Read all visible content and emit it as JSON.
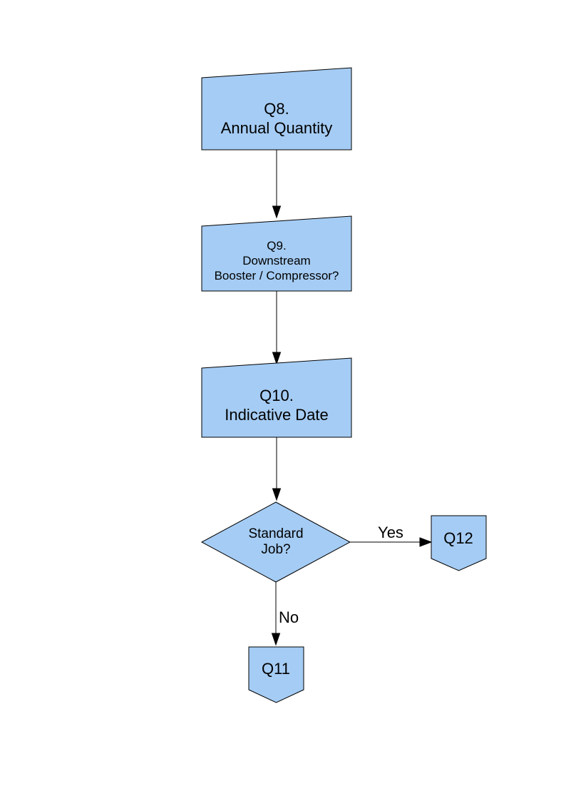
{
  "page": {
    "background_color": "#ffffff"
  },
  "diagram": {
    "type": "flowchart",
    "shape_fill_color": "#a5ccf4",
    "shape_stroke_color": "#000000",
    "text_color": "#000000",
    "nodes": {
      "q8": {
        "shape": "manual-input",
        "line1": "Q8.",
        "line2": "Annual Quantity"
      },
      "q9": {
        "shape": "manual-input",
        "line1": "Q9.",
        "line2": "Downstream",
        "line3": "Booster / Compressor?"
      },
      "q10": {
        "shape": "manual-input",
        "line1": "Q10.",
        "line2": "Indicative Date"
      },
      "standard_job": {
        "shape": "decision-diamond",
        "line1": "Standard",
        "line2": "Job?"
      },
      "q12": {
        "shape": "off-page-connector",
        "label": "Q12"
      },
      "q11": {
        "shape": "off-page-connector",
        "label": "Q11"
      }
    },
    "edges": {
      "q8_to_q9": {
        "label": ""
      },
      "q9_to_q10": {
        "label": ""
      },
      "q10_to_decision": {
        "label": ""
      },
      "decision_to_q12": {
        "label": "Yes"
      },
      "decision_to_q11": {
        "label": "No"
      }
    }
  }
}
